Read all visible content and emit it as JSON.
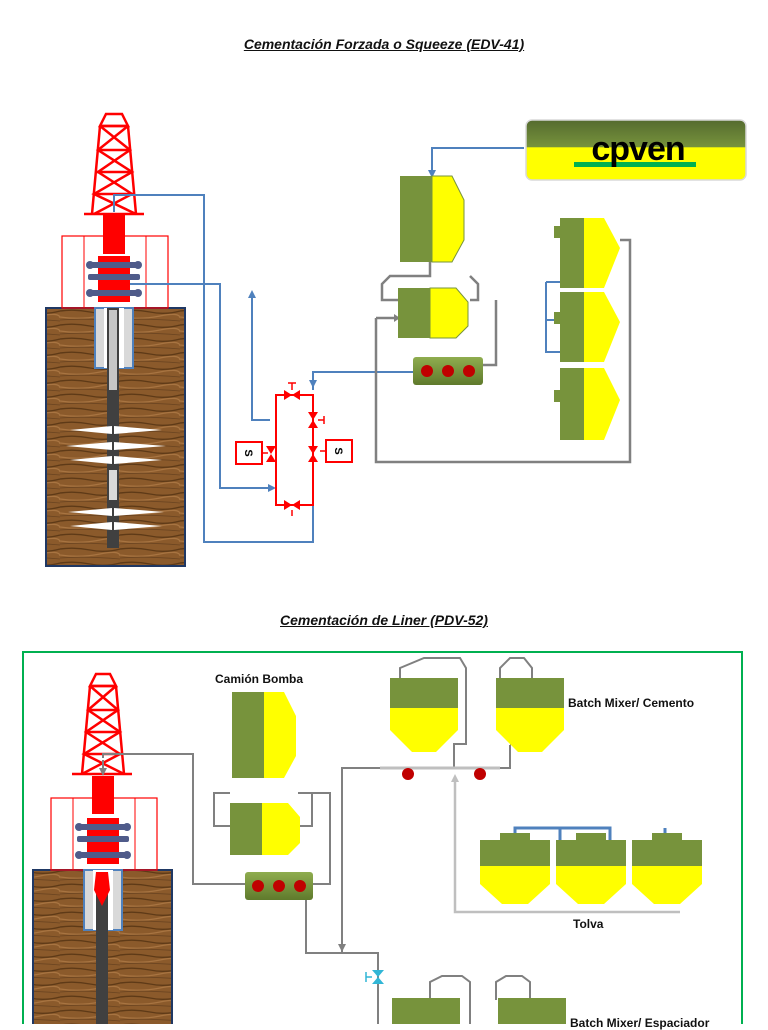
{
  "diagram1": {
    "title": "Cementación Forzada o Squeeze (EDV-41)",
    "logo_text": "CPVEN",
    "valve_label": "S"
  },
  "diagram2": {
    "title": "Cementación de Liner (PDV-52)",
    "labels": {
      "pump_truck": "Camión Bomba",
      "batch_mixer_cement": "Batch Mixer/ Cemento",
      "hopper": "Tolva",
      "batch_mixer_spacer": "Batch Mixer/ Espaciador"
    }
  },
  "colors": {
    "tank_green": "#77933c",
    "tank_yellow": "#ffff00",
    "wellhead_red": "#ff0000",
    "pipe_blue": "#4f81bd",
    "pipe_gray": "#808080",
    "border_green": "#00b050",
    "soil_brown": "#8b5a2b",
    "valve_teal": "#31b6d6"
  }
}
